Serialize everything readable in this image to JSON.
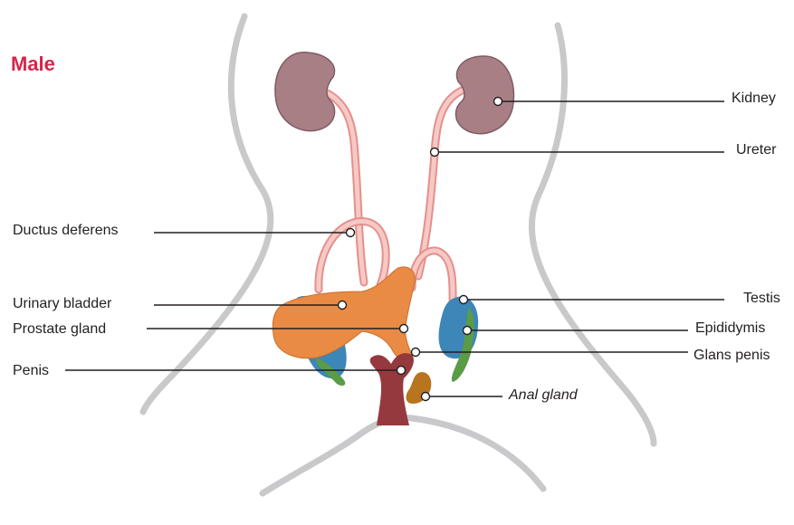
{
  "title": "Male",
  "colors": {
    "title": "#d4264a",
    "kidney": "#a97f86",
    "bladder": "#e98b45",
    "testis": "#3d86b8",
    "epididymis": "#5a9c46",
    "penis": "#95393f",
    "anal_gland": "#b8741e",
    "outline": "#c9c9cb"
  },
  "labels": {
    "kidney": "Kidney",
    "ureter": "Ureter",
    "ductus_deferens": "Ductus deferens",
    "urinary_bladder": "Urinary bladder",
    "prostate_gland": "Prostate gland",
    "penis": "Penis",
    "testis": "Testis",
    "epididymis": "Epididymis",
    "glans_penis": "Glans penis",
    "anal_gland": "Anal gland"
  }
}
